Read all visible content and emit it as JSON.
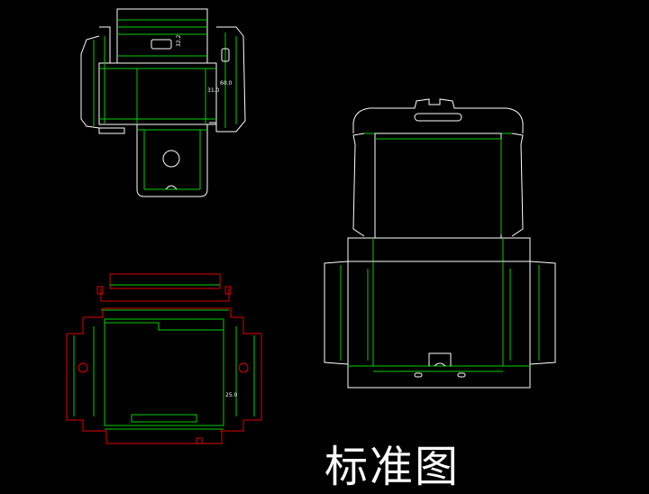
{
  "caption": "标准图",
  "dimension_labels": {
    "d1": "32.2",
    "d2": "60.0",
    "d3": "31.0",
    "d4": "25.0"
  },
  "colors": {
    "background": "#000000",
    "cut_line": "#ffffff",
    "fold_line": "#00d000",
    "red_line": "#e00000"
  }
}
